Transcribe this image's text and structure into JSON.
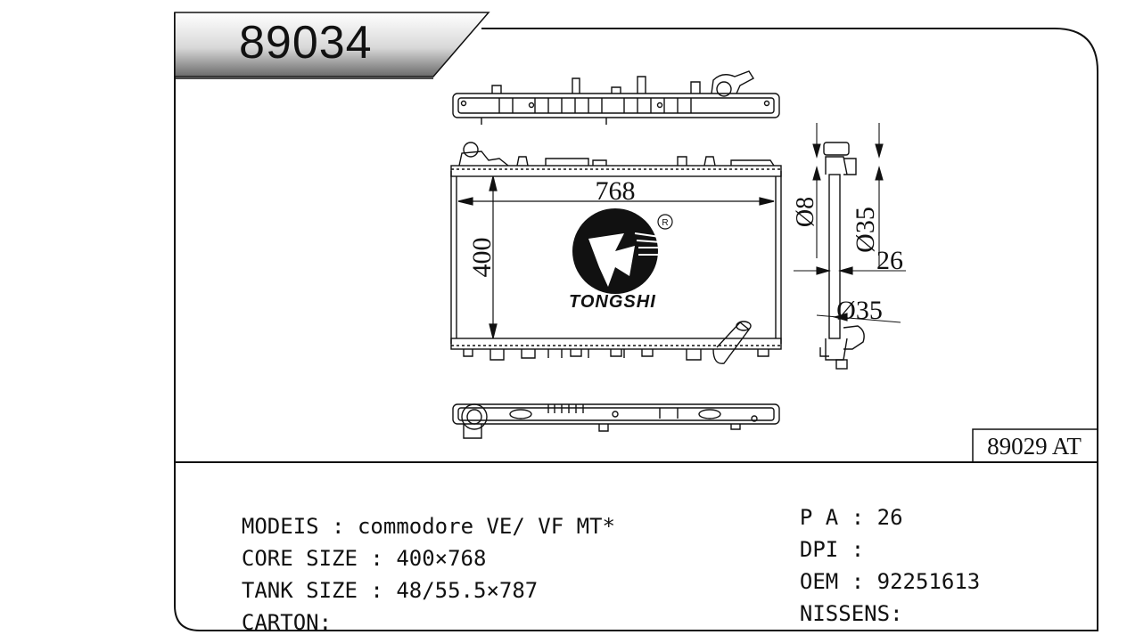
{
  "part_number": "89034",
  "reference_code": "89029 AT",
  "brand": "TONGSHI",
  "registered_mark": "R",
  "dimensions": {
    "width": "768",
    "height": "400",
    "d8": "Ø8",
    "d35_upper": "Ø35",
    "depth": "26",
    "d35_lower": "Ø35"
  },
  "specs_left": [
    {
      "label": "MODEIS",
      "value": "commodore VE/ VF MT*"
    },
    {
      "label": "CORE SIZE",
      "value": "400×768"
    },
    {
      "label": "TANK SIZE",
      "value": "48/55.5×787"
    },
    {
      "label": "CARTON",
      "value": ""
    }
  ],
  "specs_right": [
    {
      "label": "P A",
      "value": "26"
    },
    {
      "label": "DPI",
      "value": ""
    },
    {
      "label": "OEM",
      "value": "92251613"
    },
    {
      "label": "NISSENS",
      "value": ""
    }
  ]
}
